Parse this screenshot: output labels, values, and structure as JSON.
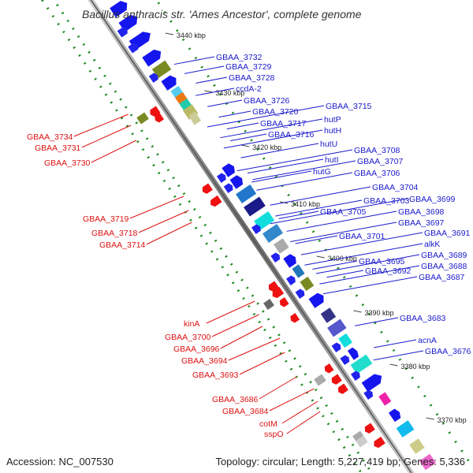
{
  "title": "Bacillus anthracis str. 'Ames Ancestor', complete genome",
  "footer": {
    "accession": "Accession: NC_007530",
    "summary": "Topology: circular; Length: 5,227,419 bp; Genes: 5,336"
  },
  "colors": {
    "forward_label": "#1a1acc",
    "reverse_label": "#dd1111",
    "forward_gene": "#1515ee",
    "reverse_gene": "#ee1111",
    "backbone": "#777777",
    "dotted_track": "#1f8a1f"
  },
  "ticks": [
    "3440 kbp",
    "3430 kbp",
    "3420 kbp",
    "3410 kbp",
    "3400 kbp",
    "3390 kbp",
    "3380 kbp",
    "3370 kbp"
  ],
  "forward_labels": [
    "GBAA_3732",
    "GBAA_3729",
    "GBAA_3728",
    "ccdA-2",
    "GBAA_3726",
    "GBAA_3720",
    "GBAA_3715",
    "hutP",
    "GBAA_3717",
    "hutH",
    "GBAA_3716",
    "hutU",
    "GBAA_3708",
    "hutI",
    "GBAA_3707",
    "hutG",
    "GBAA_3706",
    "GBAA_3704",
    "GBAA_3699",
    "GBAA_3703",
    "GBAA_3698",
    "GBAA_3705",
    "GBAA_3697",
    "GBAA_3691",
    "GBAA_3701",
    "alkK",
    "GBAA_3689",
    "GBAA_3695",
    "GBAA_3688",
    "GBAA_3692",
    "GBAA_3687",
    "GBAA_3683",
    "acnA",
    "GBAA_3676"
  ],
  "reverse_labels": [
    "GBAA_3734",
    "GBAA_3731",
    "GBAA_3730",
    "GBAA_3719",
    "GBAA_3718",
    "GBAA_3714",
    "kinA",
    "GBAA_3700",
    "GBAA_3696",
    "GBAA_3694",
    "GBAA_3693",
    "GBAA_3686",
    "GBAA_3684",
    "cotM",
    "sspO"
  ]
}
